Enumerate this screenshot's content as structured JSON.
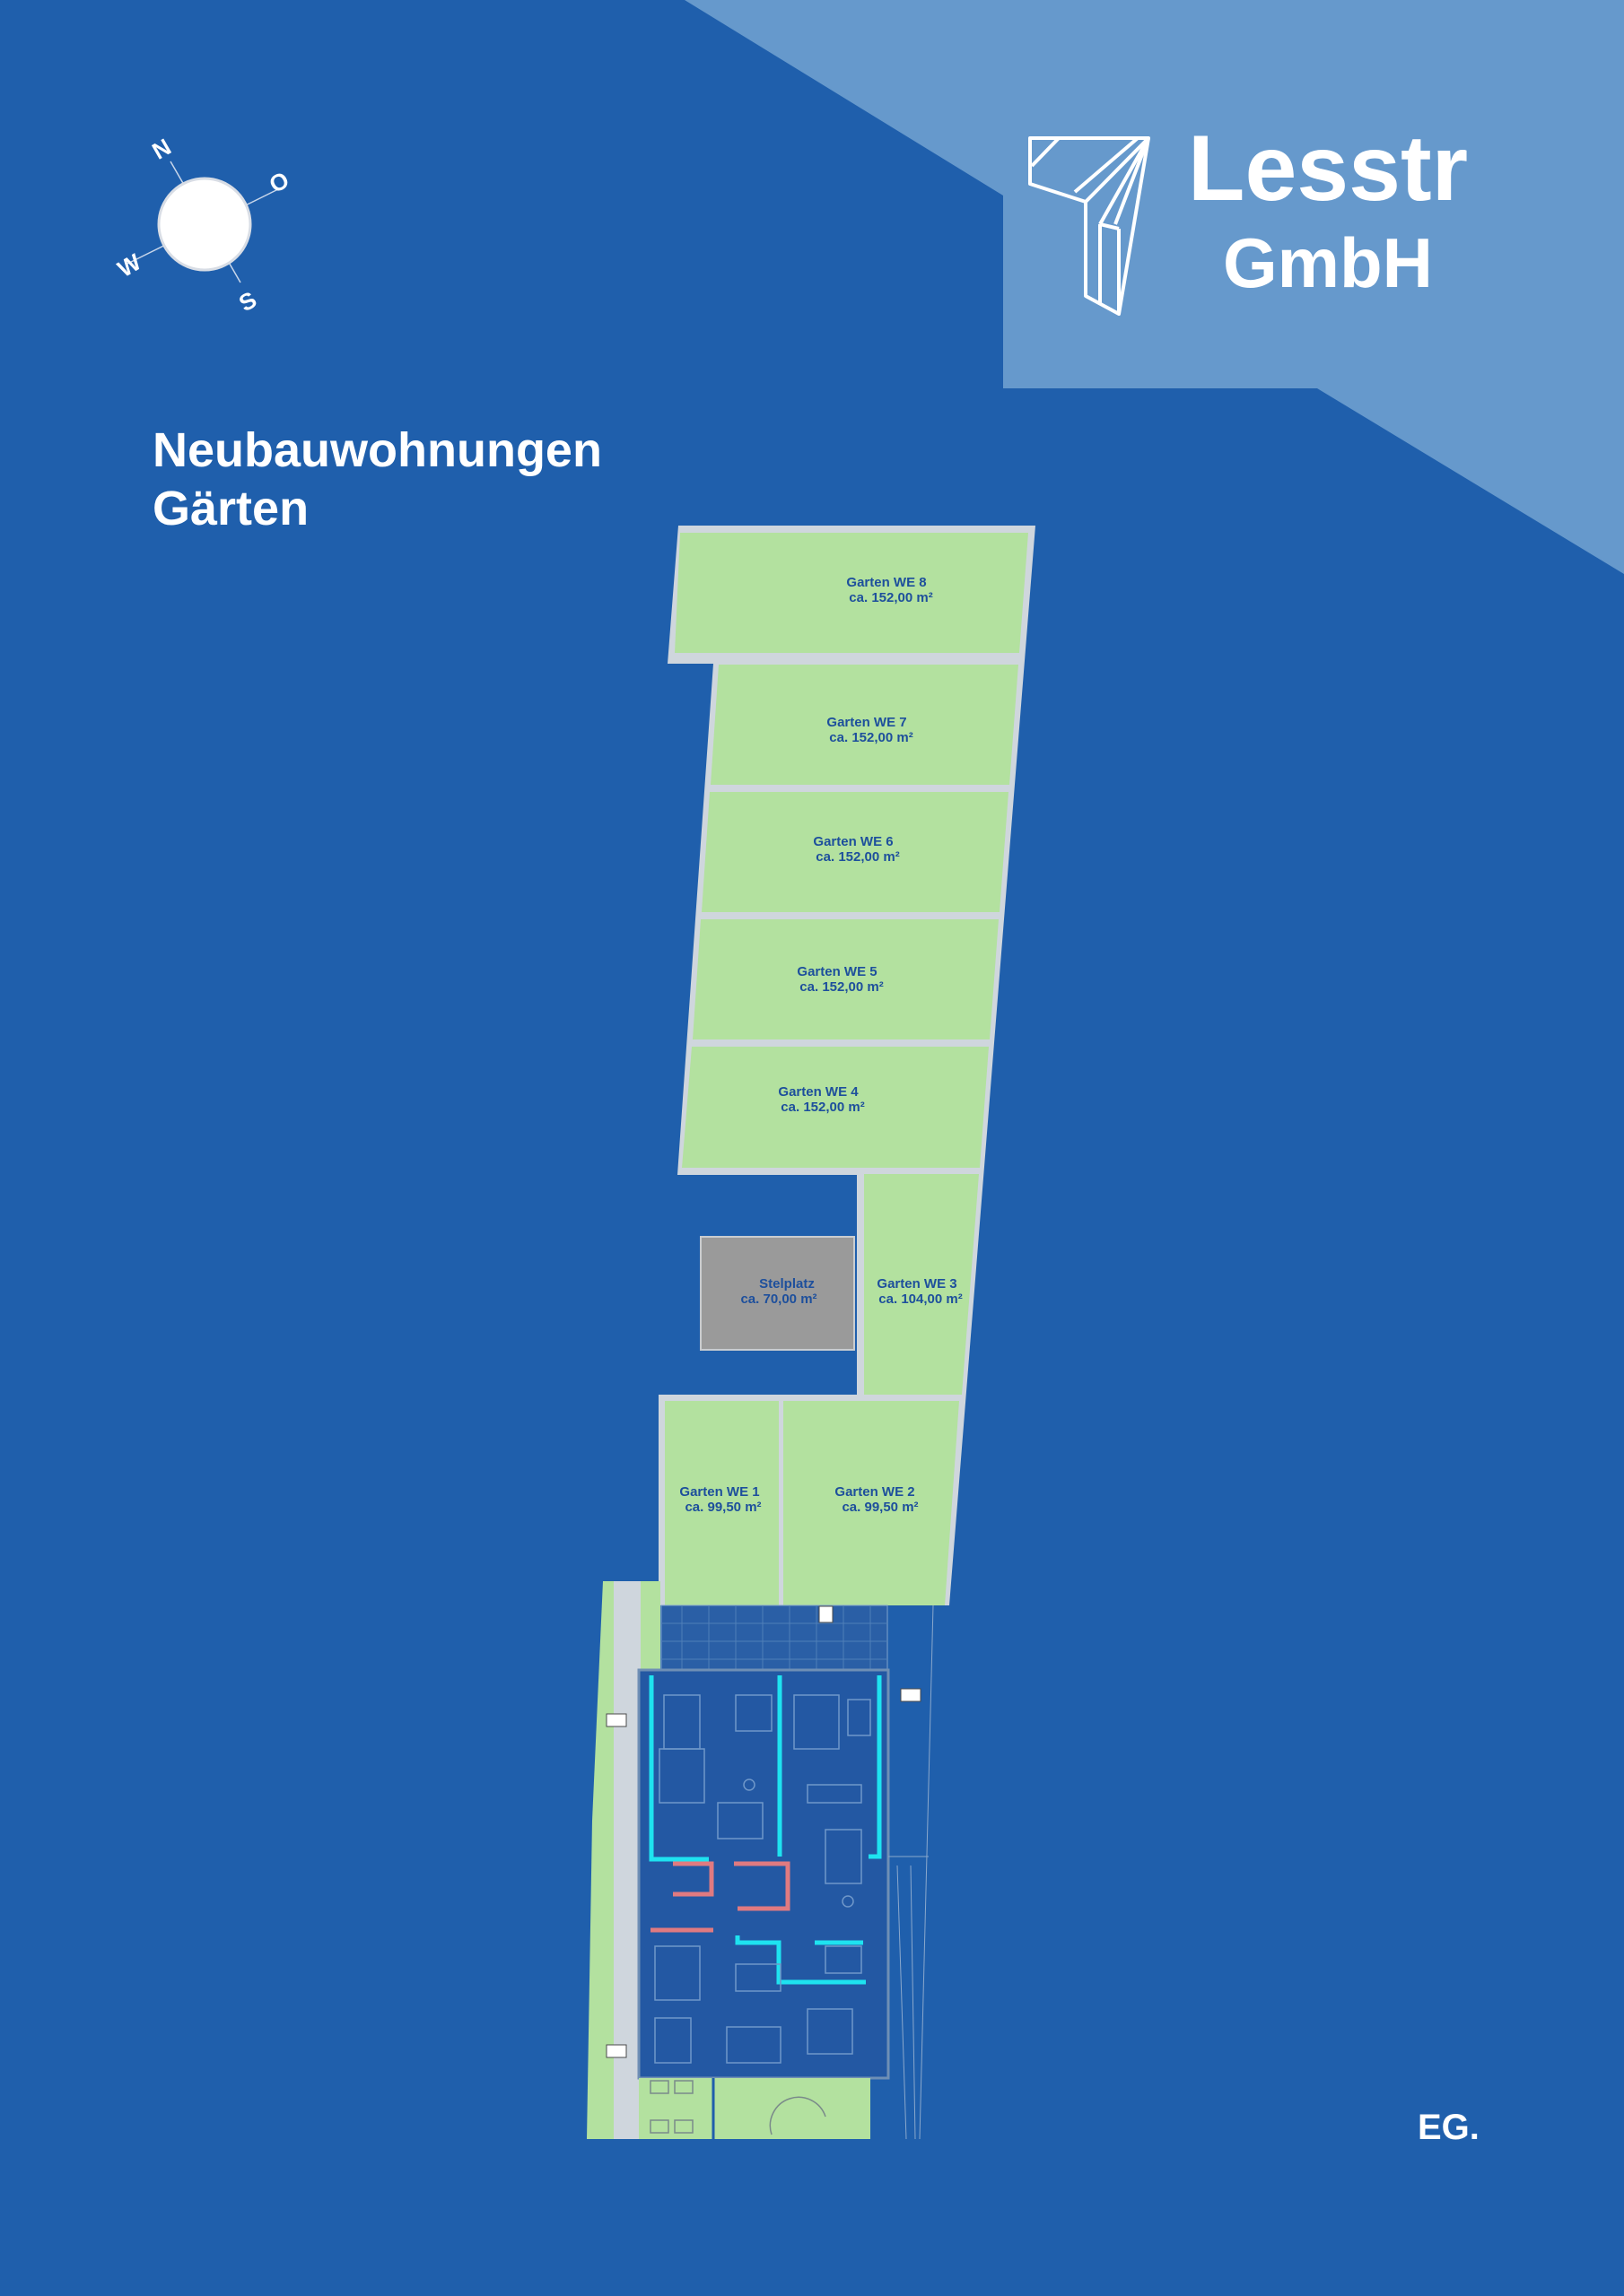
{
  "header": {
    "title_line1": "Neubauwohnungen",
    "title_line2": "Gärten",
    "floor": "EG."
  },
  "brand": {
    "line1": "Lesstr",
    "line2": "GmbH"
  },
  "compass": {
    "north": "N",
    "east": "O",
    "south": "S",
    "west": "W"
  },
  "plots": [
    {
      "name": "Garten WE 8",
      "area": "ca. 152,00  m²"
    },
    {
      "name": "Garten WE 7",
      "area": "ca. 152,00  m²"
    },
    {
      "name": "Garten WE 6",
      "area": "ca. 152,00  m²"
    },
    {
      "name": "Garten WE 5",
      "area": "ca. 152,00  m²"
    },
    {
      "name": "Garten WE 4",
      "area": "ca. 152,00  m²"
    },
    {
      "name": "Garten WE 3",
      "area": "ca. 104,00  m²"
    },
    {
      "name": "Stelplatz",
      "area": "ca. 70,00  m²"
    },
    {
      "name": "Garten WE 1",
      "area": "ca. 99,50  m²"
    },
    {
      "name": "Garten WE 2",
      "area": "ca. 99,50  m²"
    }
  ],
  "colors": {
    "background": "#1f5fac",
    "brand_panel": "#6699cc",
    "garden": "#b3e19f",
    "parking": "#9a9a9a",
    "plot_border": "#cfd6dd",
    "label_text": "#1d4f9c",
    "accent_wall": "#1ee3f0",
    "stair_wall": "#e07a80"
  }
}
